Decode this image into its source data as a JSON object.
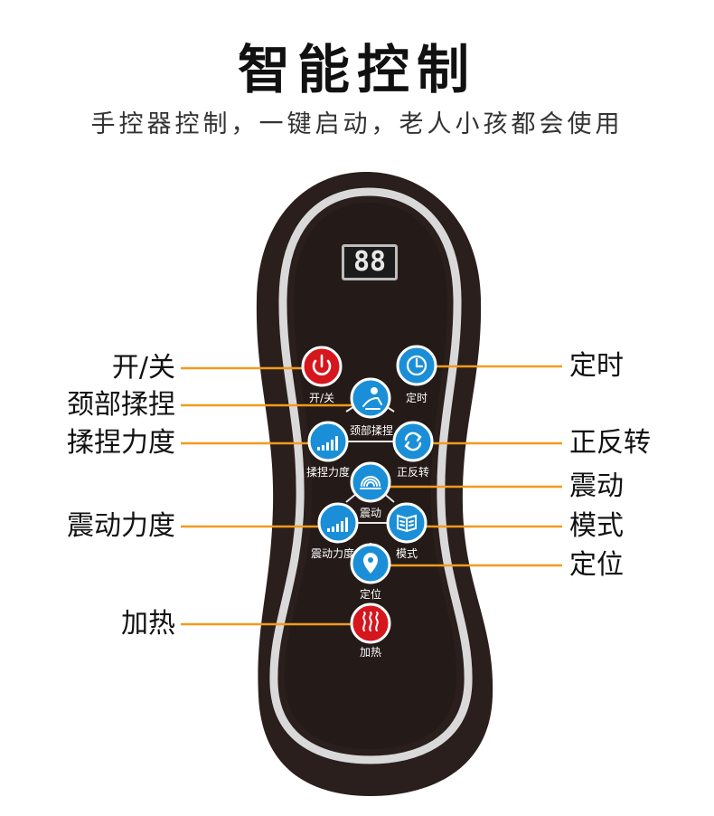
{
  "header": {
    "title": "智能控制",
    "subtitle": "手控器控制，一键启动，老人小孩都会使用"
  },
  "remote": {
    "display": "88",
    "buttons": [
      {
        "id": "power",
        "label": "开/关",
        "icon": "power-icon",
        "color": "#d6161d"
      },
      {
        "id": "timer",
        "label": "定时",
        "icon": "clock-icon",
        "color": "#1a8fd8"
      },
      {
        "id": "neck",
        "label": "颈部揉捏",
        "icon": "neck-massage-icon",
        "color": "#1a8fd8"
      },
      {
        "id": "kneadStrength",
        "label": "揉捏力度",
        "icon": "strength-bars-icon",
        "color": "#1a8fd8"
      },
      {
        "id": "reverse",
        "label": "正反转",
        "icon": "rotate-icon",
        "color": "#1a8fd8"
      },
      {
        "id": "vibrate",
        "label": "震动",
        "icon": "vibration-icon",
        "color": "#1a8fd8"
      },
      {
        "id": "vibStrength",
        "label": "震动力度",
        "icon": "strength-bars-icon",
        "color": "#1a8fd8"
      },
      {
        "id": "mode",
        "label": "模式",
        "icon": "mode-book-icon",
        "color": "#1a8fd8"
      },
      {
        "id": "position",
        "label": "定位",
        "icon": "location-pin-icon",
        "color": "#1a8fd8"
      },
      {
        "id": "heat",
        "label": "加热",
        "icon": "heat-waves-icon",
        "color": "#d6161d"
      }
    ]
  },
  "callouts": {
    "power": "开/关",
    "neck": "颈部揉捏",
    "kneadStrength": "揉捏力度",
    "vibStrength": "震动力度",
    "heat": "加热",
    "timer": "定时",
    "reverse": "正反转",
    "vibrate": "震动",
    "mode": "模式",
    "position": "定位"
  },
  "colors": {
    "leader_line": "#f39a1e",
    "remote_body": "#2a1f1c",
    "remote_ring": "#d9d9d9"
  }
}
